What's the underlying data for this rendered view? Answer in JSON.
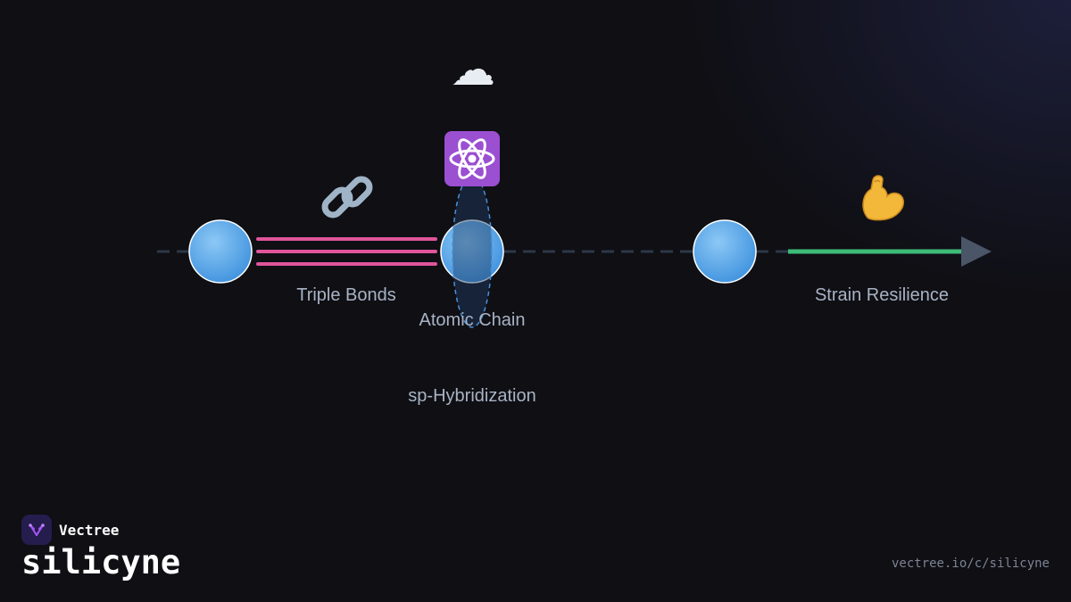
{
  "diagram": {
    "labels": {
      "triple_bonds": "Triple Bonds",
      "atomic_chain": "Atomic Chain",
      "sp_hybridization": "sp-Hybridization",
      "strain_resilience": "Strain Resilience"
    },
    "icons": {
      "cloud": "cloud-icon",
      "atom": "atom-icon",
      "chain_link": "chain-link-icon",
      "flexed_biceps": "flexed-biceps-icon"
    },
    "colors": {
      "atom_fill": "#5aa7ea",
      "triple_bond": "#e0559a",
      "strain_arrow": "#3dbb78",
      "arrow_head": "#4a5568",
      "dashed_axis": "#2d3748",
      "orbital": "#4a90d9"
    }
  },
  "footer": {
    "brand_name": "Vectree",
    "product_name": "silicyne",
    "url": "vectree.io/c/silicyne"
  }
}
